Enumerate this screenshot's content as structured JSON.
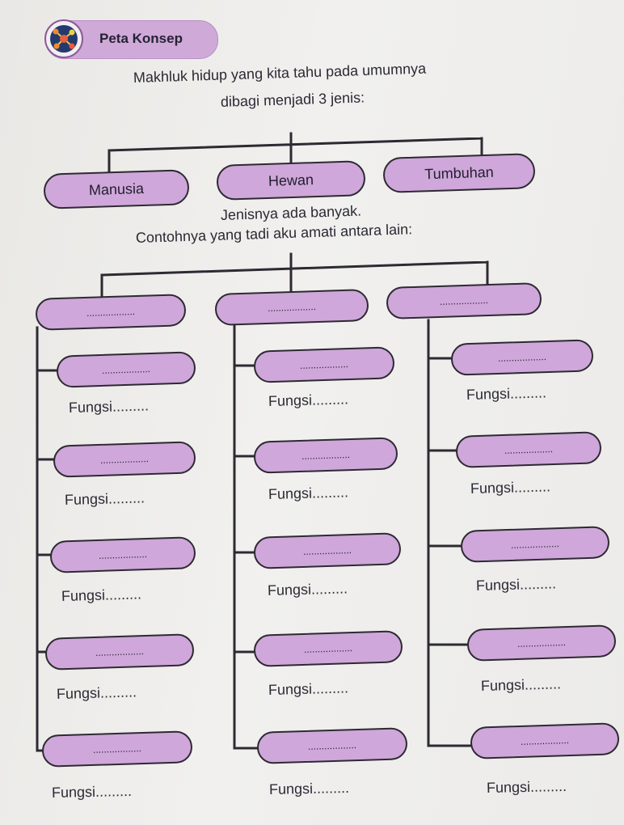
{
  "header": {
    "title": "Peta Konsep",
    "icon": "concept-map-icon"
  },
  "intro": {
    "line1": "Makhluk hidup yang kita tahu pada umumnya",
    "line2": "dibagi menjadi 3 jenis:"
  },
  "categories": [
    "Manusia",
    "Hewan",
    "Tumbuhan"
  ],
  "note1": "Jenisnya ada banyak.",
  "note2": "Contohnya yang tadi aku amati antara lain:",
  "blank": "..................",
  "fungsi_label": "Fungsi.........",
  "colors": {
    "pill": "#cfa7da",
    "outline": "#2d2a32",
    "paper": "#eeedeb"
  }
}
